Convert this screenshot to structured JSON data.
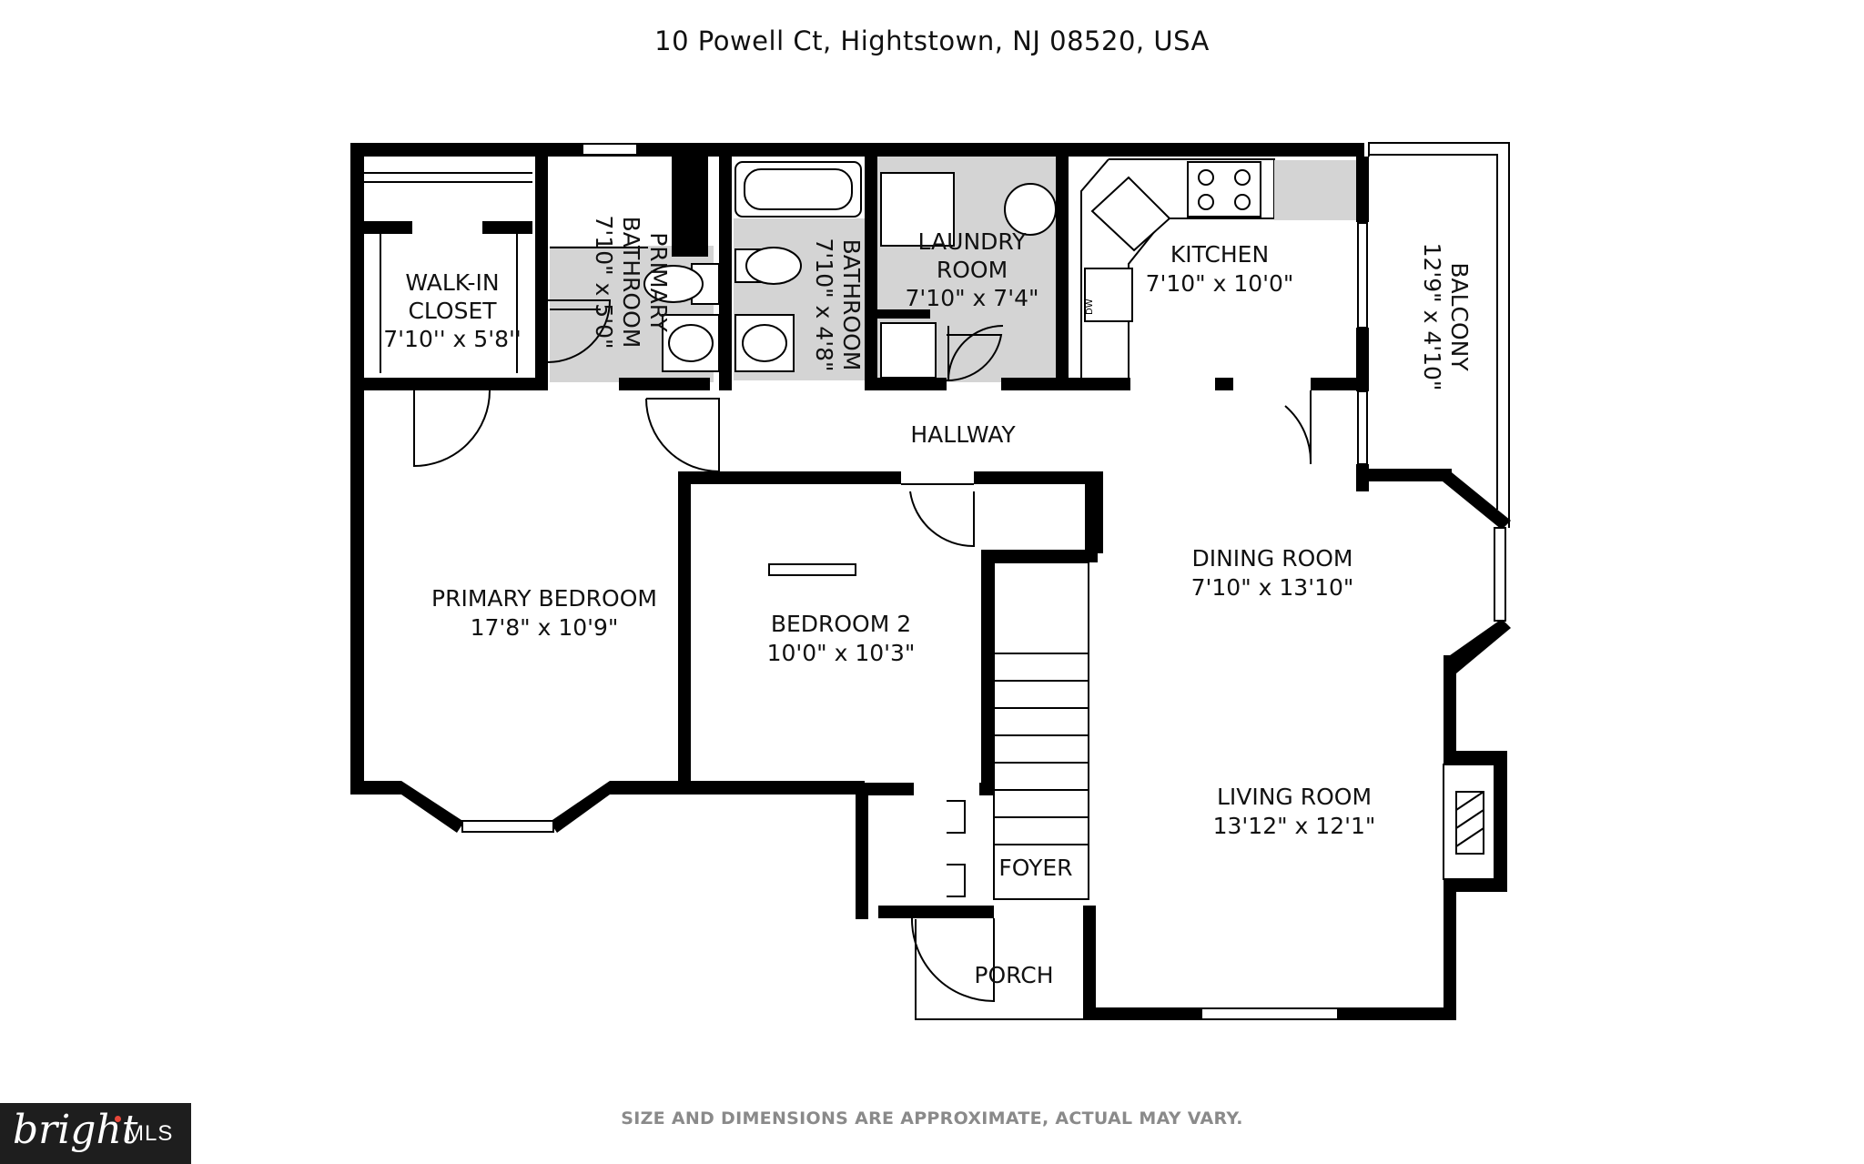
{
  "address": "10 Powell Ct, Hightstown, NJ 08520, USA",
  "disclaimer": "SIZE AND DIMENSIONS ARE APPROXIMATE, ACTUAL MAY VARY.",
  "rooms": {
    "walk_in_closet": {
      "name": [
        "WALK-IN",
        "CLOSET"
      ],
      "size": "7'10'' x 5'8''"
    },
    "primary_bathroom": {
      "name": [
        "PRIMARY",
        "BATHROOM"
      ],
      "size": "7'10\" x 5'0\""
    },
    "bathroom": {
      "name": "BATHROOM",
      "size": "7'10\" x 4'8\""
    },
    "laundry_room": {
      "name": [
        "LAUNDRY",
        "ROOM"
      ],
      "size": "7'10\" x 7'4\""
    },
    "kitchen": {
      "name": "KITCHEN",
      "size": "7'10\" x 10'0\""
    },
    "balcony": {
      "name": "BALCONY",
      "size": "12'9\" x 4'10\""
    },
    "hallway": {
      "name": "HALLWAY"
    },
    "primary_bedroom": {
      "name": "PRIMARY BEDROOM",
      "size": "17'8\" x 10'9\""
    },
    "bedroom_2": {
      "name": "BEDROOM 2",
      "size": "10'0\" x 10'3\""
    },
    "dining_room": {
      "name": "DINING ROOM",
      "size": "7'10\" x 13'10\""
    },
    "living_room": {
      "name": "LIVING ROOM",
      "size": "13'12\" x 12'1\""
    },
    "foyer": {
      "name": "FOYER"
    },
    "porch": {
      "name": "PORCH"
    }
  },
  "fixtures": {
    "dishwasher": "DW"
  },
  "logo": {
    "brand": "bright",
    "suffix": "MLS",
    "accent_color": "#e8473a"
  }
}
